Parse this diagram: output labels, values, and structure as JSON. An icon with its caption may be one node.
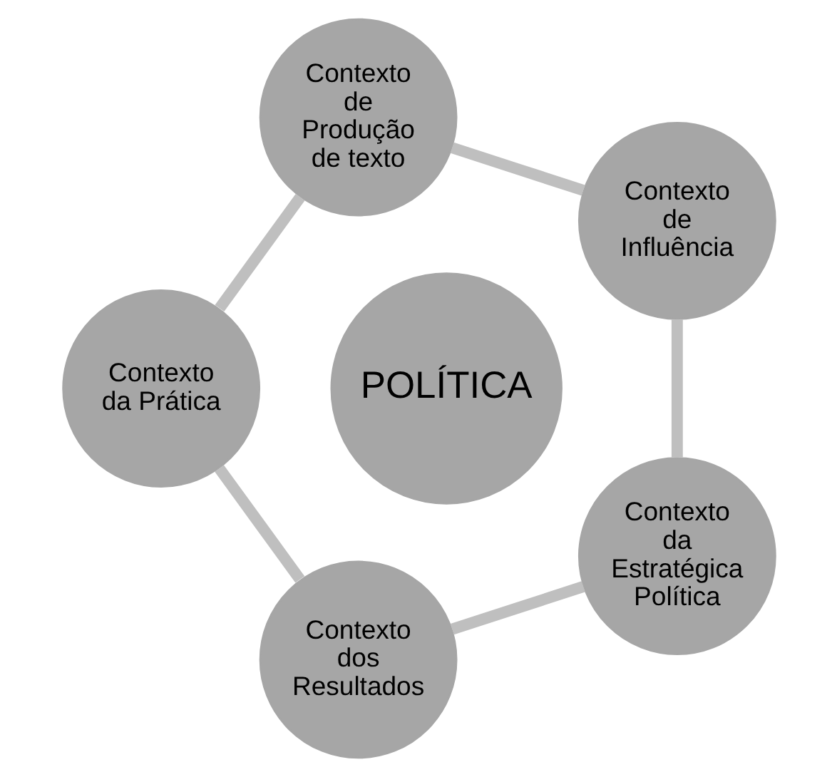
{
  "diagram": {
    "nodes": [
      {
        "text": [
          "POLÍTICA"
        ]
      },
      {
        "text": [
          "Contexto de Influência"
        ]
      },
      {
        "text": [
          "Contexto de Produção de texto"
        ]
      },
      {
        "text": [
          "Contexto da Prática"
        ]
      },
      {
        "text": [
          "Contexto dos Resultados"
        ]
      },
      {
        "text": [
          "Contexto da Estratégica Política"
        ]
      }
    ],
    "edges": [
      {
        "from": 1,
        "to": 2,
        "arrow": "none"
      },
      {
        "from": 2,
        "to": 3,
        "arrow": "none"
      },
      {
        "from": 3,
        "to": 4,
        "arrow": "none"
      },
      {
        "from": 4,
        "to": 5,
        "arrow": "none"
      },
      {
        "from": 5,
        "to": 1,
        "arrow": "none"
      }
    ]
  }
}
